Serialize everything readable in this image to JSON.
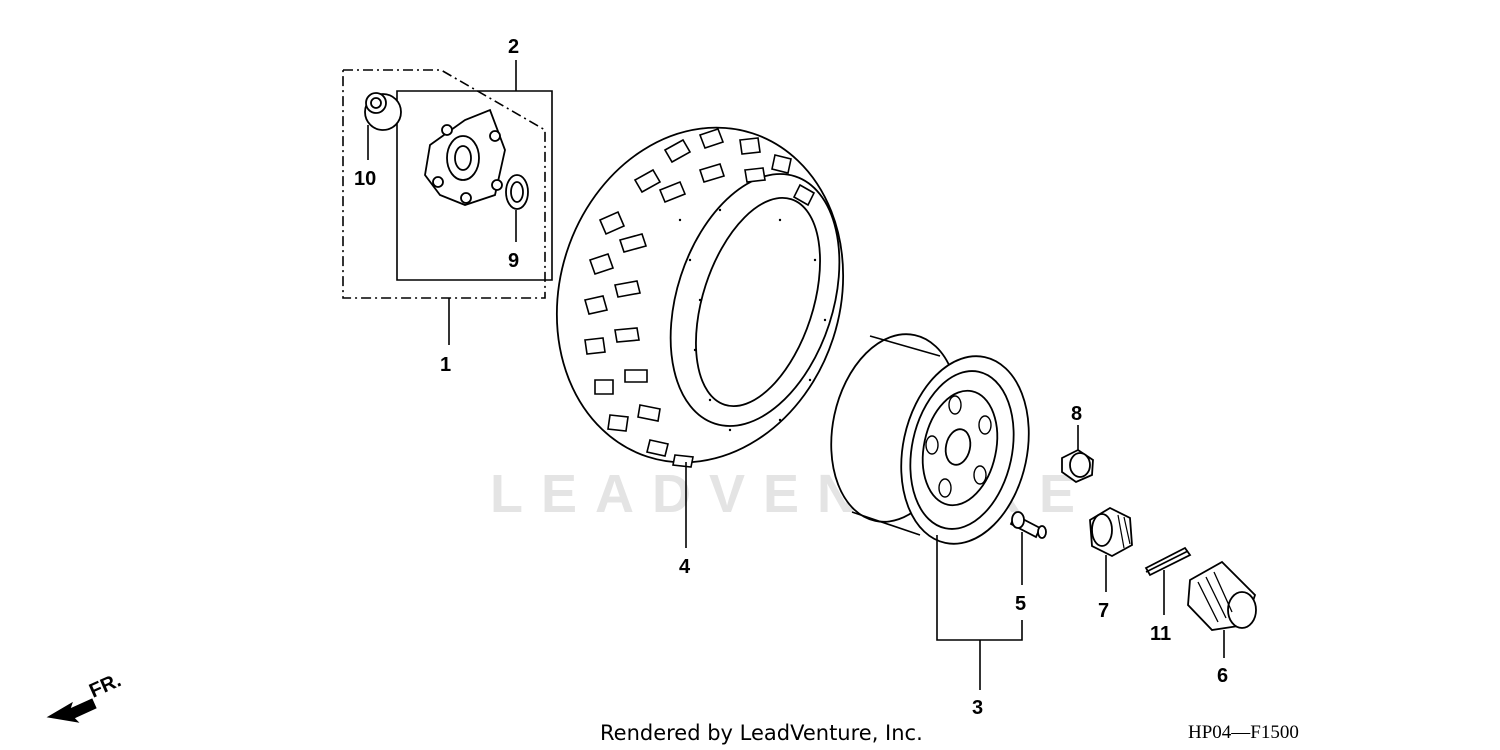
{
  "watermark": "LEADVENTURE",
  "footer": {
    "credit": "Rendered by LeadVenture, Inc.",
    "diagram_code": "HP04—F1500"
  },
  "direction_label": "FR.",
  "callouts": {
    "c1": "1",
    "c2": "2",
    "c3": "3",
    "c4": "4",
    "c5": "5",
    "c6": "6",
    "c7": "7",
    "c8": "8",
    "c9": "9",
    "c10": "10",
    "c11": "11"
  }
}
